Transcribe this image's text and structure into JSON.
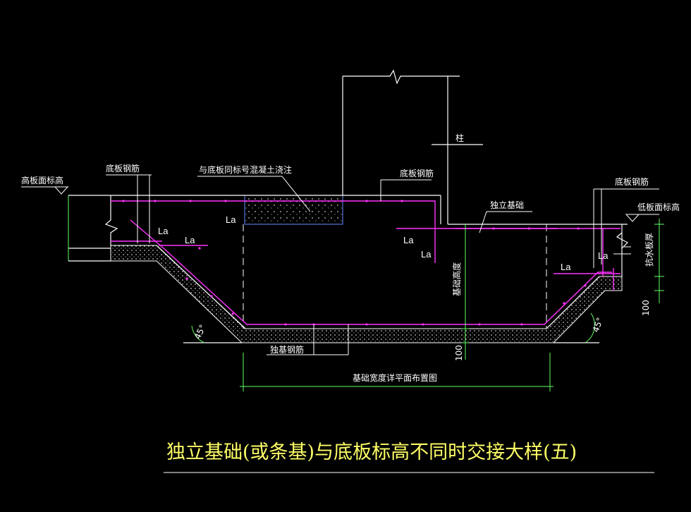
{
  "labels": {
    "high_slab_top_elev": "高板面标高",
    "bottom_slab_rebar_left": "底板钢筋",
    "same_grade_concrete": "与底板同标号混凝土浇注",
    "bottom_slab_rebar_mid": "底板钢筋",
    "column": "柱",
    "bottom_slab_rebar_right": "底板钢筋",
    "isolated_footing": "独立基础",
    "low_slab_top_elev": "低板面标高",
    "footing_height": "基础高度",
    "slab_thickness": "抗水板厚",
    "isolated_footing_rebar": "独基钢筋",
    "footing_width_note": "基础宽度详平面布置图",
    "dim_100_bottom": "100",
    "dim_100_right": "100",
    "angle_left": "45°",
    "angle_right": "45°",
    "la_1": "La",
    "la_2": "La",
    "la_3": "La",
    "la_4": "La",
    "la_5": "La",
    "la_6": "La",
    "la_7": "La"
  },
  "title": "独立基础(或条基)与底板标高不同时交接大样(五)",
  "colors": {
    "background": "#000000",
    "outline": "#ffffff",
    "rebar": "#ff33ff",
    "dimension": "#66ff66",
    "title": "#ffff66"
  }
}
